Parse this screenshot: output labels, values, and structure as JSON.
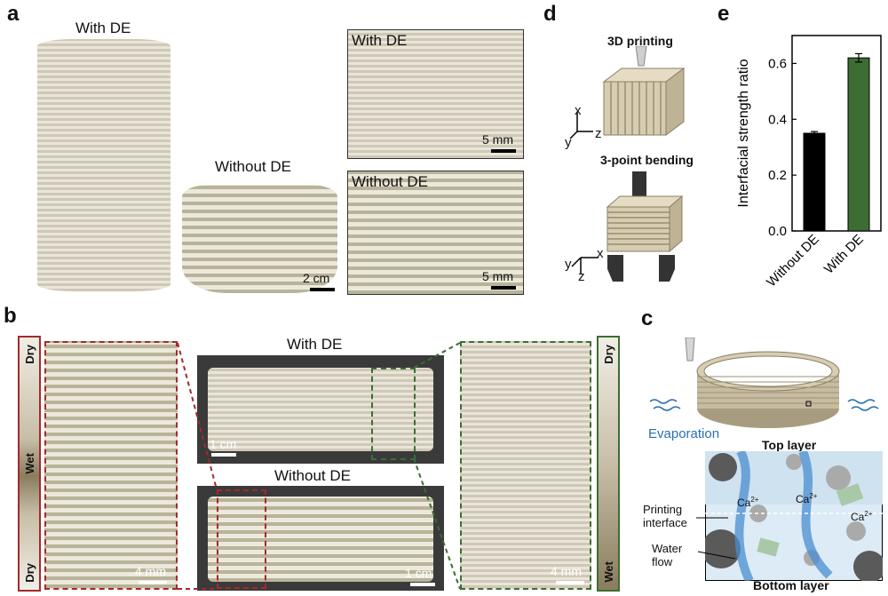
{
  "panels": {
    "a": {
      "label": "a",
      "with_de": "With DE",
      "without_de": "Without DE",
      "inset_with_de": "With DE",
      "inset_without_de": "Without DE",
      "scale_main": "2 cm",
      "scale_inset1": "5 mm",
      "scale_inset2": "5 mm"
    },
    "b": {
      "label": "b",
      "with_de": "With DE",
      "without_de": "Without DE",
      "scale_left": "4 mm",
      "scale_right": "4 mm",
      "scale_center_top": "1 cm",
      "scale_center_bottom": "1 cm",
      "left_bar": [
        "Dry",
        "Wet",
        "Dry"
      ],
      "right_bar": [
        "Dry",
        "Wet"
      ]
    },
    "c": {
      "label": "c",
      "evaporation": "Evaporation",
      "top_layer": "Top layer",
      "bottom_layer": "Bottom layer",
      "printing_interface": "Printing interface",
      "water_flow": "Water flow",
      "ion": "Ca",
      "ion_charge": "2+"
    },
    "d": {
      "label": "d",
      "printing": "3D printing",
      "bending": "3-point bending",
      "axes1": {
        "x": "x",
        "y": "y",
        "z": "z"
      },
      "axes2": {
        "x": "x",
        "y": "y",
        "z": "z"
      }
    },
    "e": {
      "label": "e"
    }
  },
  "chart_data": {
    "type": "bar",
    "categories": [
      "Without DE",
      "With DE"
    ],
    "values": [
      0.35,
      0.62
    ],
    "errors": [
      0.006,
      0.015
    ],
    "colors": [
      "#000000",
      "#3c6e34"
    ],
    "ylabel": "Interfacial strength ratio",
    "ylim": [
      0.0,
      0.7
    ],
    "yticks": [
      "0.0",
      "0.2",
      "0.4",
      "0.6"
    ]
  }
}
